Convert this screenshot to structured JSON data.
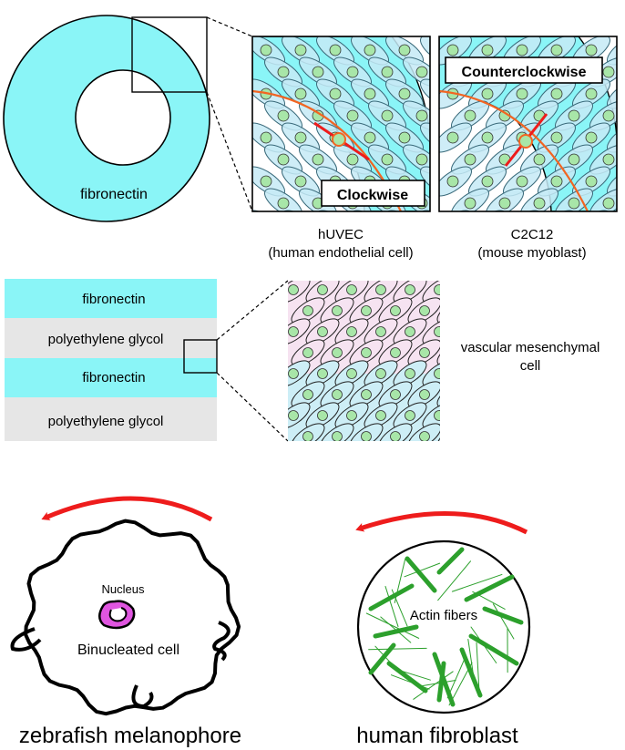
{
  "colors": {
    "fibronectin": "#8af5f7",
    "peg": "#e6e6e6",
    "cell_fill": "#c6eaf6",
    "nucleus": "#a8e6a8",
    "arrow": "#ee1c1c",
    "orange": "#f26522",
    "pink_zone": "#f6e3f1",
    "blue_zone": "#cdeef6",
    "actin": "#2ca02c",
    "magenta": "#e055e0"
  },
  "ring": {
    "label": "fibronectin"
  },
  "panels": [
    {
      "badge": "Clockwise",
      "caption_line1": "hUVEC",
      "caption_line2": "(human endothelial cell)"
    },
    {
      "badge": "Counterclockwise",
      "caption_line1": "C2C12",
      "caption_line2": "(mouse myoblast)"
    }
  ],
  "stripes": [
    {
      "label": "fibronectin",
      "kind": "fibronectin"
    },
    {
      "label": "polyethylene glycol",
      "kind": "peg"
    },
    {
      "label": "fibronectin",
      "kind": "fibronectin"
    },
    {
      "label": "polyethylene glycol",
      "kind": "peg"
    }
  ],
  "mesenchymal": {
    "label_line1": "vascular mesenchymal",
    "label_line2": "cell"
  },
  "melanophore": {
    "nucleus_label": "Nucleus",
    "cell_label": "Binucleated cell",
    "caption": "zebrafish melanophore"
  },
  "fibroblast": {
    "fiber_label": "Actin fibers",
    "caption": "human fibroblast"
  }
}
